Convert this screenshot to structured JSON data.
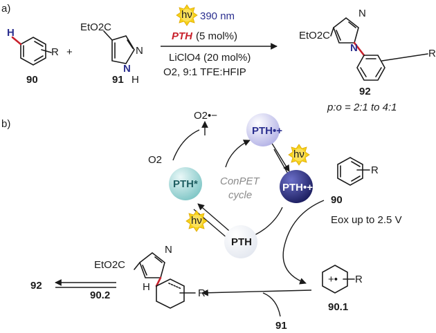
{
  "part_a": {
    "label": "a)",
    "reactant1": {
      "substituent": "R",
      "hydrogen": "H",
      "number": "90"
    },
    "plus": "+",
    "reactant2": {
      "ester": "EtO2C",
      "nitrogen_top": "N",
      "nitrogen_nh": "N",
      "hydrogen": "H",
      "number": "91"
    },
    "hv_label": "hν",
    "wavelength": "390 nm",
    "catalyst": "PTH",
    "catalyst_loading": "(5 mol%)",
    "additive": "LiClO4 (20 mol%)",
    "conditions": "O2, 9:1 TFE:HFIP",
    "product": {
      "ester": "EtO2C",
      "nitrogen1": "N",
      "nitrogen2": "N",
      "substituent": "R",
      "number": "92"
    },
    "selectivity": "p:o = 2:1 to 4:1"
  },
  "part_b": {
    "label": "b)",
    "cycle_name_line1": "ConPET",
    "cycle_name_line2": "cycle",
    "superoxide": "O2•−",
    "oxygen": "O2",
    "nodes": {
      "pth_radical_cation": "PTH•+",
      "pth_excited_radical_cation": "PTH•+*",
      "pth_ground": "PTH",
      "pth_excited": "PTH*"
    },
    "hv_label": "hν",
    "substrate": {
      "number": "90",
      "substituent": "R"
    },
    "oxidation_potential": "Eox up to 2.5 V",
    "arene_radical_cation": {
      "number": "90.1",
      "substituent": "R",
      "charge": "+•"
    },
    "nucleophile": "91",
    "intermediate": {
      "number": "90.2",
      "ester": "EtO2C",
      "nitrogen": "N",
      "hydrogen": "H",
      "substituent": "R"
    },
    "final_product": "92"
  },
  "colors": {
    "node_purple": "#b3b2e6",
    "node_navy": "#23266e",
    "node_white": "#eef1f6",
    "node_teal": "#8ecfcf",
    "text_blue": "#2b2f8f",
    "text_red": "#c8202b",
    "sun_yellow": "#f5d21a"
  }
}
